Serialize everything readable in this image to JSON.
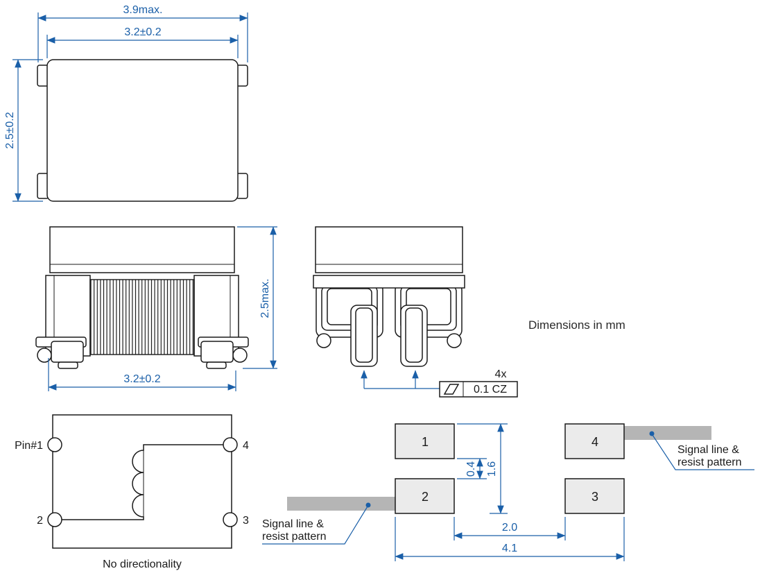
{
  "note_units": "Dimensions in mm",
  "colors": {
    "dimension_blue": "#1a5fa8",
    "drawing_line": "#1a1a1a",
    "pad_fill": "#ebebeb",
    "signal_fill": "#b5b5b5"
  },
  "top_view": {
    "dim_overall_width": "3.9max.",
    "dim_body_width": "3.2±0.2",
    "dim_body_height": "2.5±0.2"
  },
  "front_view": {
    "dim_height": "2.5max.",
    "dim_width": "3.2±0.2"
  },
  "side_view": {
    "flatness_count": "4x",
    "flatness_tolerance": "0.1 CZ"
  },
  "schematic": {
    "pin1": "Pin#1",
    "pin2": "2",
    "pin3": "3",
    "pin4": "4",
    "note": "No directionality"
  },
  "land_pattern": {
    "pad1": "1",
    "pad2": "2",
    "pad3": "3",
    "pad4": "4",
    "dim_gap": "0.4",
    "dim_height": "1.6",
    "dim_inner": "2.0",
    "dim_overall": "4.1",
    "signal_label_line1": "Signal line &",
    "signal_label_line2": "resist pattern"
  }
}
